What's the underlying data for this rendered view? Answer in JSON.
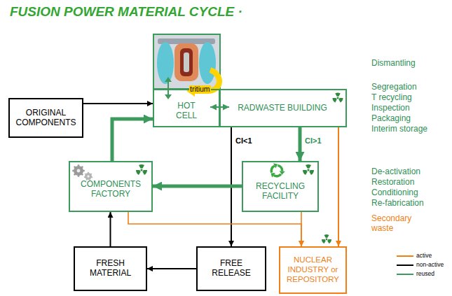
{
  "diagram": {
    "title": "FUSION POWER MATERIAL CYCLE ·",
    "nodes": [
      {
        "text": [
          "ORIGINAL COMPONENTS"
        ]
      },
      {
        "text": [
          "HOT CELL"
        ]
      },
      {
        "text": [
          "RADWASTE BUILDING"
        ]
      },
      {
        "text": [
          "COMPONENTS FACTORY"
        ]
      },
      {
        "text": [
          "RECYCLING FACILITY"
        ]
      },
      {
        "text": [
          "FRESH MATERIAL"
        ]
      },
      {
        "text": [
          "FREE RELEASE"
        ]
      },
      {
        "text": [
          "NUCLEAR INDUSTRY or REPOSITORY"
        ]
      }
    ],
    "edges": [
      {
        "from": 0,
        "to": 1,
        "arrow": "to"
      },
      {
        "from": 1,
        "to": 2,
        "arrow": "both"
      },
      {
        "from": 2,
        "to": 4,
        "arrow": "to",
        "label": "CI>1"
      },
      {
        "from": 2,
        "to": 6,
        "arrow": "to",
        "label": "CI<1"
      },
      {
        "from": 2,
        "to": 7,
        "arrow": "to"
      },
      {
        "from": 4,
        "to": 3,
        "arrow": "to"
      },
      {
        "from": 3,
        "to": 1,
        "arrow": "to"
      },
      {
        "from": 5,
        "to": 3,
        "arrow": "to"
      },
      {
        "from": 6,
        "to": 5,
        "arrow": "to"
      },
      {
        "from": 3,
        "to": 7,
        "arrow": "to"
      },
      {
        "from": 4,
        "to": 7,
        "arrow": "to"
      }
    ],
    "labels": [
      "tritium",
      "Dismantling",
      "Segregation",
      "T recycling",
      "Inspection",
      "Packaging",
      "Interim storage",
      "De-activation",
      "Restoration",
      "Conditioning",
      "Re-fabrication",
      "Secondary waste"
    ],
    "legend": [
      {
        "text": "active"
      },
      {
        "text": "non-active"
      },
      {
        "text": "reused"
      }
    ]
  }
}
